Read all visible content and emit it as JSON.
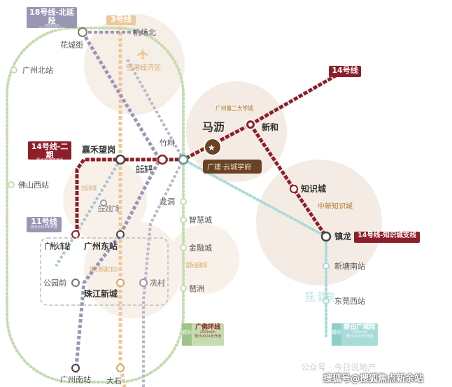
{
  "colors": {
    "line18": "#9a97b5",
    "line3": "#efc79a",
    "line14": "#8e1f2a",
    "line11": "#a9d49a",
    "ring": "#c5dcb0",
    "feeder": "#a8dcd9",
    "gold": "#b07c30",
    "gray_text": "#7a7a7a"
  },
  "badges": {
    "line18": {
      "name": "18号线-北延段",
      "spec": "160km/h",
      "note": "预计2025年开通"
    },
    "line3": {
      "name": "3号线"
    },
    "line14_top": {
      "name": "14号线"
    },
    "line14_phase2": {
      "name": "14号线-二期",
      "note": "预计2026年开通"
    },
    "line11": {
      "name": "11号线",
      "note": "预计2023年开通"
    },
    "line14_branch": {
      "name": "14号线-知识城支线"
    },
    "ring_line": {
      "name": "广佛环线",
      "spec": "200km/h",
      "note": "预计2024年开通",
      "icon_text": "城际"
    },
    "xinbai_line": {
      "name": "新白广城际",
      "spec": "160km/h",
      "note": "预计2023年开通",
      "icon_text": "城际"
    }
  },
  "stations": {
    "huachengjie": "花城街",
    "jichangbei": "机场北",
    "guangzhoubei": "广州北站",
    "jiahewanggang": "嘉禾望岗",
    "baiyundongping": "白云东平",
    "zhuliao": "竹料",
    "mali": "马沥",
    "xinhe": "新和",
    "zhishicheng": "知识城",
    "zhenlong": "镇龙",
    "foshanxi": "佛山西站",
    "baiyunwenhua": "白云文化广场",
    "longdong": "龙洞",
    "zhihuicheng": "智慧城",
    "jinrongcheng": "金融城",
    "pazhou": "琶洲",
    "guangzhouhuochezhan": "广州火车站",
    "guangzhoudong": "广州东站",
    "gongyuanqian": "公园前",
    "zhujiangxincheng": "珠江新城",
    "xiancun": "冼村",
    "xintangnan": "新塘南站",
    "dongguanxi": "东莞西站",
    "guangzhounan": "广州南站",
    "dashi": "大石"
  },
  "areas": {
    "kongjiang": "空港经济区",
    "daxuecheng": "广州第二大学城",
    "zhongxin": "中新知识城",
    "baiyunxincheng": "白云新城",
    "cbd": "珠江新城CBD",
    "guojijinrongcheng": "国际金融城",
    "dongguan": "东莞、深圳方向"
  },
  "project": {
    "name": "广建·云城学府"
  },
  "watermark": {
    "brand": "搜狐号@搜狐焦点新余站",
    "faint": "公众号 · 今日说地产"
  }
}
